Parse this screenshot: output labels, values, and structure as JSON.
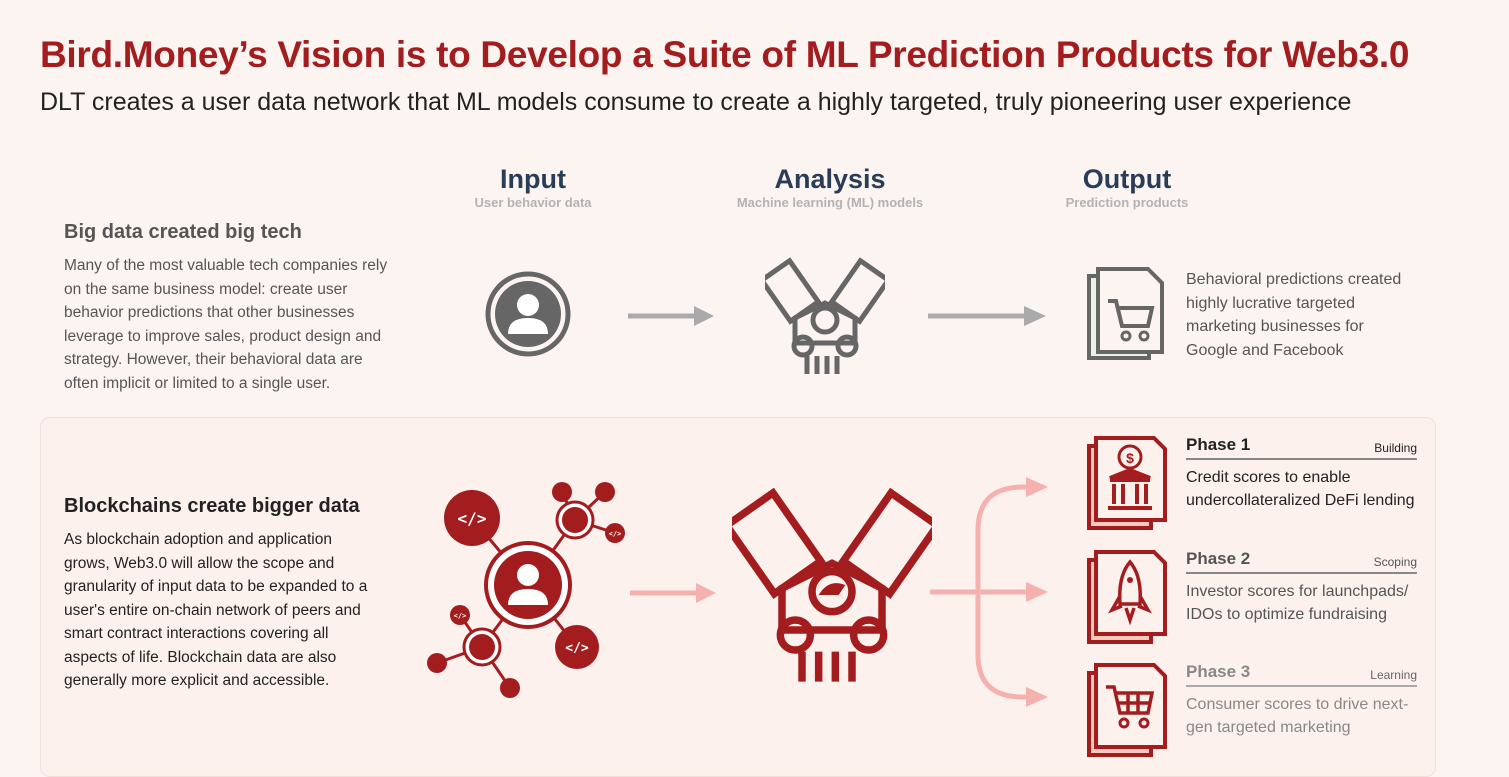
{
  "title": "Bird.Money’s Vision is to Develop a Suite of ML Prediction Products for Web3.0",
  "subtitle": "DLT creates a user data network that ML models consume to create a highly targeted, truly pioneering user experience",
  "columns": [
    {
      "heading": "Input",
      "sub": "User behavior data"
    },
    {
      "heading": "Analysis",
      "sub": "Machine learning (ML) models"
    },
    {
      "heading": "Output",
      "sub": "Prediction products"
    }
  ],
  "top": {
    "heading": "Big data created big tech",
    "body": "Many of the most valuable tech companies rely on the same business model: create user behavior predictions that other businesses leverage to improve sales, product design and strategy. However, their behavioral data are often implicit or limited to a single user.",
    "output_text": "Behavioral predictions created highly lucrative targeted marketing businesses for Google and Facebook"
  },
  "bottom": {
    "heading": "Blockchains create bigger data",
    "body": "As blockchain adoption and application grows, Web3.0 will allow the scope and granularity of input data to be expanded to a user's entire on-chain network of peers and smart contract interactions covering all aspects of life. Blockchain data are also generally more explicit and accessible.",
    "code_glyph": "</>",
    "phases": [
      {
        "title": "Phase 1",
        "status": "Building",
        "desc": "Credit scores to enable undercollateralized DeFi lending",
        "icon": "bank-icon"
      },
      {
        "title": "Phase 2",
        "status": "Scoping",
        "desc": "Investor scores for launchpads/ IDOs to optimize fundraising",
        "icon": "rocket-icon"
      },
      {
        "title": "Phase 3",
        "status": "Learning",
        "desc": "Consumer scores to drive next-gen targeted marketing",
        "icon": "cart-icon"
      }
    ]
  },
  "colors": {
    "brand": "#a31d1f",
    "navy": "#2a3d57",
    "grey": "#666666",
    "pink": "#f4b1ad"
  }
}
